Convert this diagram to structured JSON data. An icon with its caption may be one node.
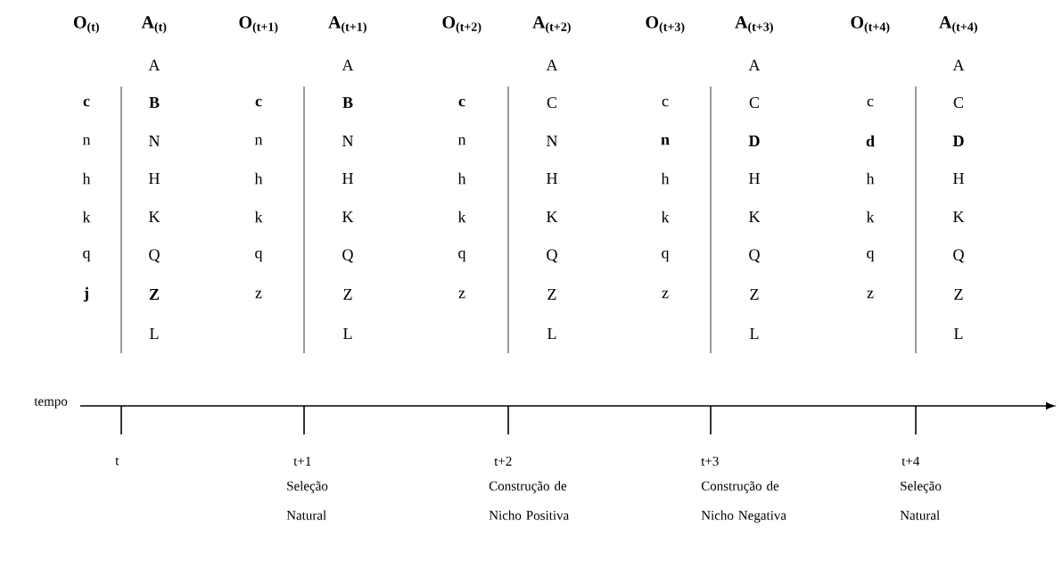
{
  "diagram": {
    "labels": [
      "O$_{(t)}$",
      "A$_{(t)}$",
      "O$_{(t+1)}$",
      "A$_{(t+1)}$",
      "O$_{(t+2)}$",
      "A$_{(t+2)}$",
      "O$_{(t+3)}$",
      "A$_{(t+3)}$",
      "O$_{(t+4)}$",
      "A$_{(t+4)}$",
      "A",
      "A",
      "A",
      "A",
      "A",
      "**c**",
      "**B**",
      "**c**",
      "**B**",
      "**c**",
      "C",
      "c",
      "C",
      "c",
      "C",
      "n",
      "N",
      "n",
      "N",
      "n",
      "N",
      "**n**",
      "**D**",
      "**d**",
      "**D**",
      "h",
      "H",
      "h",
      "H",
      "h",
      "H",
      "h",
      "H",
      "h",
      "H",
      "k",
      "K",
      "k",
      "K",
      "k",
      "K",
      "k",
      "K",
      "k",
      "K",
      "q",
      "Q",
      "q",
      "Q",
      "q",
      "Q",
      "q",
      "Q",
      "q",
      "Q",
      "**j**",
      "**Z**",
      "z",
      "Z",
      "z",
      "Z",
      "z",
      "Z",
      "z",
      "Z",
      "L",
      "L",
      "L",
      "L",
      "L",
      "tempo",
      "t",
      "t+1",
      "t+2",
      "t+3",
      "t+4",
      "Seleção Natural",
      "Construção de Nicho Positiva",
      "Construção de Nicho Negativa",
      "Seleção Natural"
    ]
  }
}
